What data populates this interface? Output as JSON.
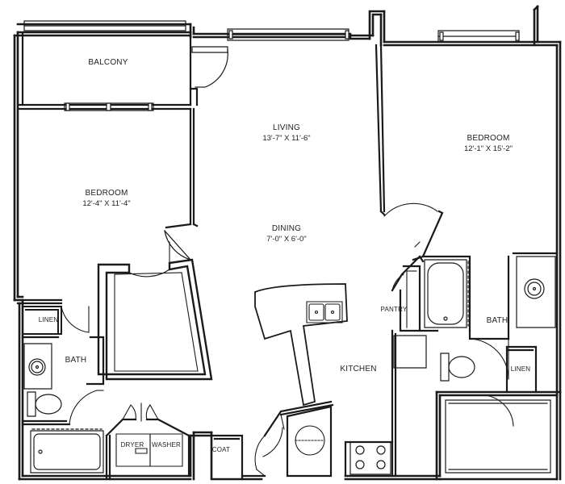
{
  "rooms": {
    "balcony": {
      "name": "BALCONY"
    },
    "living": {
      "name": "LIVING",
      "dimensions": "13'-7\" X 11'-6\""
    },
    "bedroom_left": {
      "name": "BEDROOM",
      "dimensions": "12'-4\" X 11'-4\""
    },
    "bedroom_right": {
      "name": "BEDROOM",
      "dimensions": "12'-1\" X 15'-2\""
    },
    "dining": {
      "name": "DINING",
      "dimensions": "7'-0\" X 6'-0\""
    },
    "bath_left": {
      "name": "BATH"
    },
    "bath_right": {
      "name": "BATH"
    },
    "kitchen": {
      "name": "KITCHEN"
    },
    "linen_left": {
      "name": "LINEN"
    },
    "linen_right": {
      "name": "LINEN"
    },
    "pantry": {
      "name": "PANTRY"
    },
    "coat": {
      "name": "COAT"
    },
    "dryer": {
      "name": "DRYER"
    },
    "washer": {
      "name": "WASHER"
    }
  }
}
